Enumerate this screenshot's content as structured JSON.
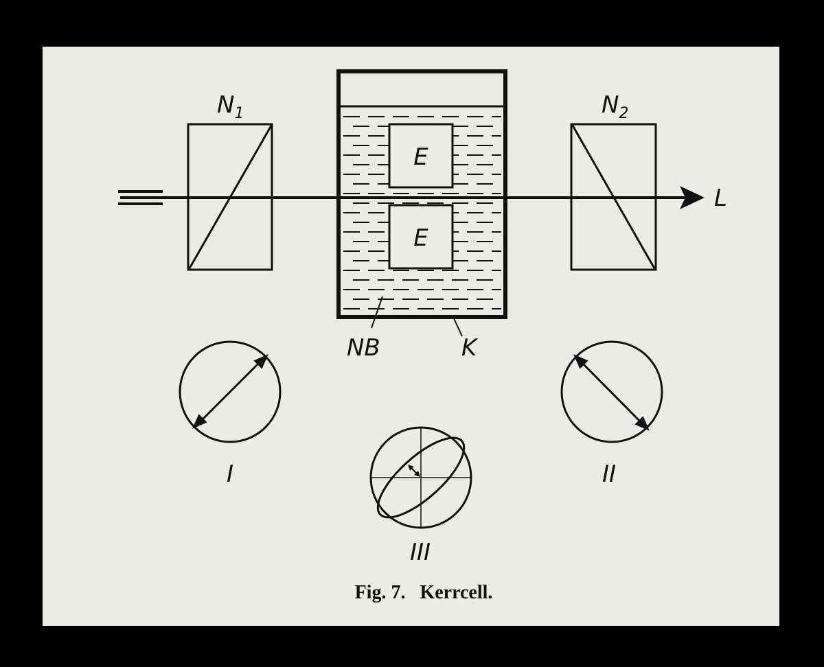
{
  "labels": {
    "polarizer_1": "N",
    "polarizer_1_sub": "1",
    "polarizer_2": "N",
    "polarizer_2_sub": "2",
    "electrode_top": "E",
    "electrode_bottom": "E",
    "light": "L",
    "nitrobenzene": "NB",
    "cell": "K",
    "state_1": "I",
    "state_2": "II",
    "state_3": "III"
  },
  "caption": "Fig. 7.   Kerrcell.",
  "colors": {
    "paper": "#ebebe7",
    "ink": "#111111",
    "frame": "#000000"
  }
}
